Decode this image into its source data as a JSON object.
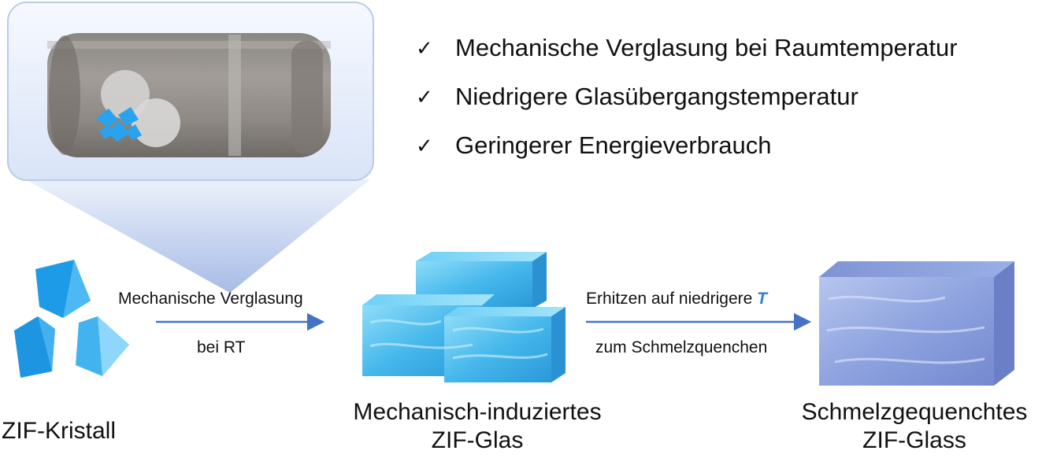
{
  "checklist": {
    "items": [
      "Mechanische Verglasung bei Raumtemperatur",
      "Niedrigere Glasübergangstemperatur",
      "Geringerer Energieverbrauch"
    ]
  },
  "stages": {
    "crystal": "ZIF-Kristall",
    "mech_glass_line1": "Mechanisch-induziertes",
    "mech_glass_line2": "ZIF-Glas",
    "melt_glass_line1": "Schmelzgequenchtes",
    "melt_glass_line2": "ZIF-Glass"
  },
  "arrows": {
    "step1_top": "Mechanische Verglasung",
    "step1_bottom": "bei RT",
    "step2_top_prefix": "Erhitzen auf niedrigere ",
    "step2_top_symbol": "T",
    "step2_bottom": "zum Schmelzquenchen"
  },
  "colors": {
    "arrow": "#4472c4",
    "crystal": "#1e9be6",
    "mech_glass": "#4fc0ee",
    "melt_glass": "#8fa6e0",
    "accent_text": "#2f7fd8"
  }
}
